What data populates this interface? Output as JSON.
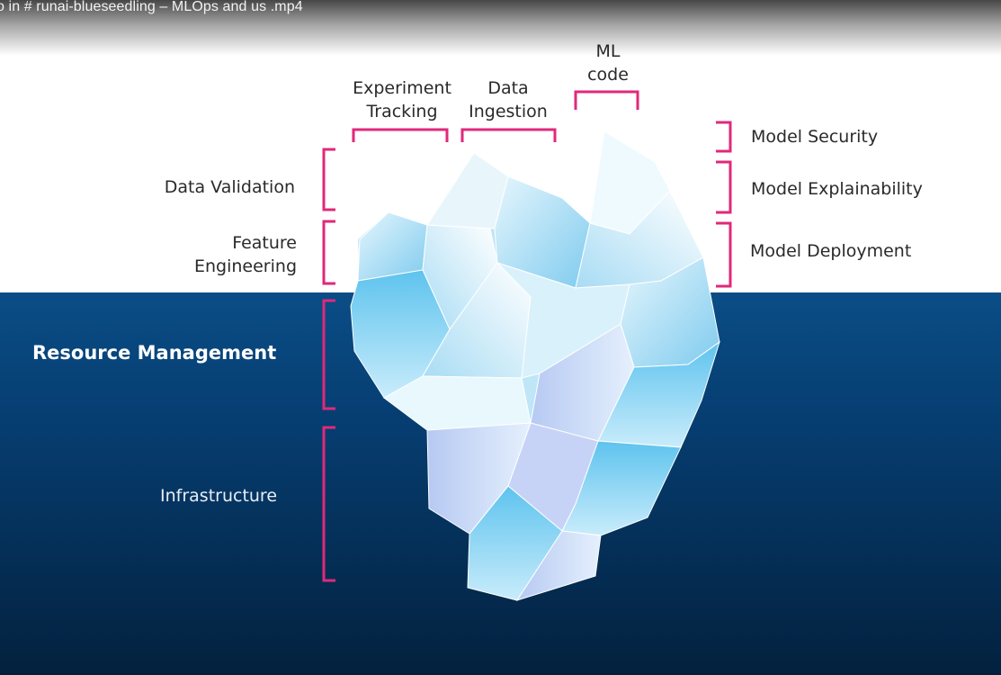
{
  "video": {
    "title": "o in # runai-blueseedling  – MLOps and us .mp4"
  },
  "diagram": {
    "top_labels": {
      "experiment_tracking": [
        "Experiment",
        "Tracking"
      ],
      "data_ingestion": [
        "Data",
        "Ingestion"
      ],
      "ml_code": [
        "ML",
        "code"
      ]
    },
    "left_labels": {
      "data_validation": "Data Validation",
      "feature_engineering": [
        "Feature",
        "Engineering"
      ],
      "resource_management": "Resource Management",
      "infrastructure": "Infrastructure"
    },
    "right_labels": {
      "model_security": "Model Security",
      "model_explainability": "Model Explainability",
      "model_deployment": "Model Deployment"
    },
    "colors": {
      "bracket": "#e0297a",
      "water": "#063d70",
      "ice": "#a9dcf2",
      "label_text": "#2a2a2a"
    }
  }
}
